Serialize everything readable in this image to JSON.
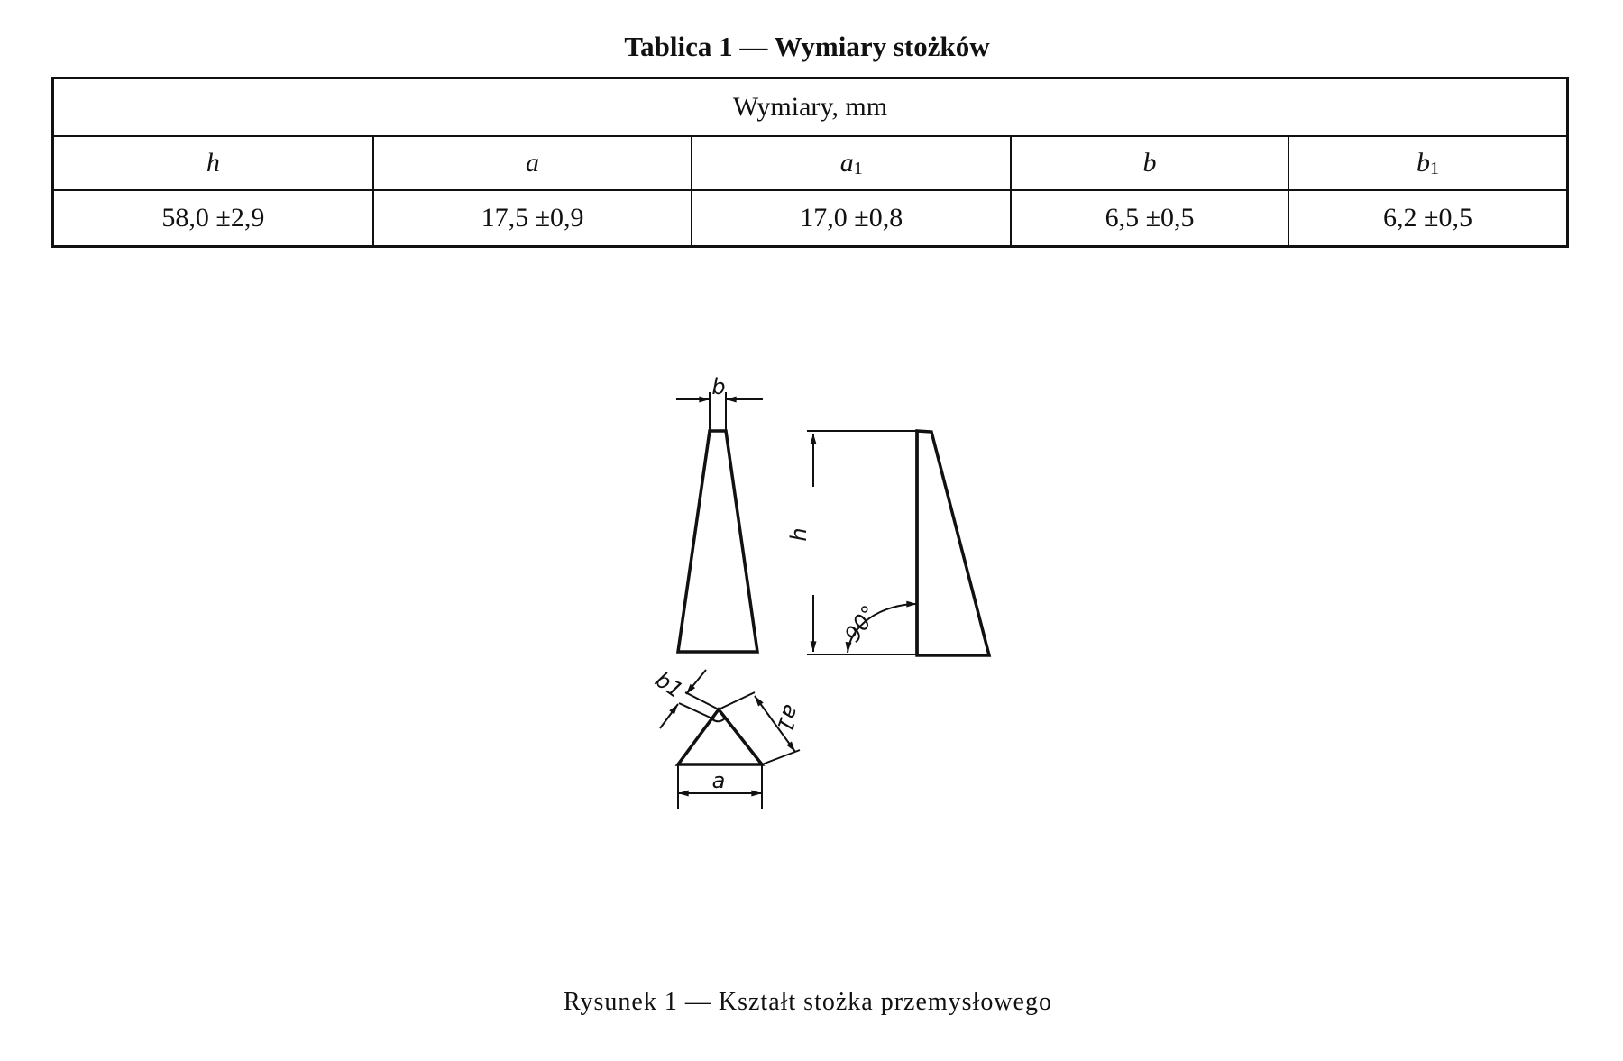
{
  "table": {
    "title": "Tablica 1 — Wymiary stożków",
    "group_header": "Wymiary, mm",
    "columns": [
      {
        "symbol": "h",
        "sub": ""
      },
      {
        "symbol": "a",
        "sub": ""
      },
      {
        "symbol": "a",
        "sub": "1"
      },
      {
        "symbol": "b",
        "sub": ""
      },
      {
        "symbol": "b",
        "sub": "1"
      }
    ],
    "values": [
      "58,0 ±2,9",
      "17,5 ±0,9",
      "17,0 ±0,8",
      "6,5 ±0,5",
      "6,2 ±0,5"
    ]
  },
  "figure": {
    "labels": {
      "b": "b",
      "h": "h",
      "angle": "90°",
      "b1": "b1",
      "a1": "a1",
      "a": "a"
    },
    "caption": "Rysunek 1 — Kształt stożka przemysłowego"
  }
}
